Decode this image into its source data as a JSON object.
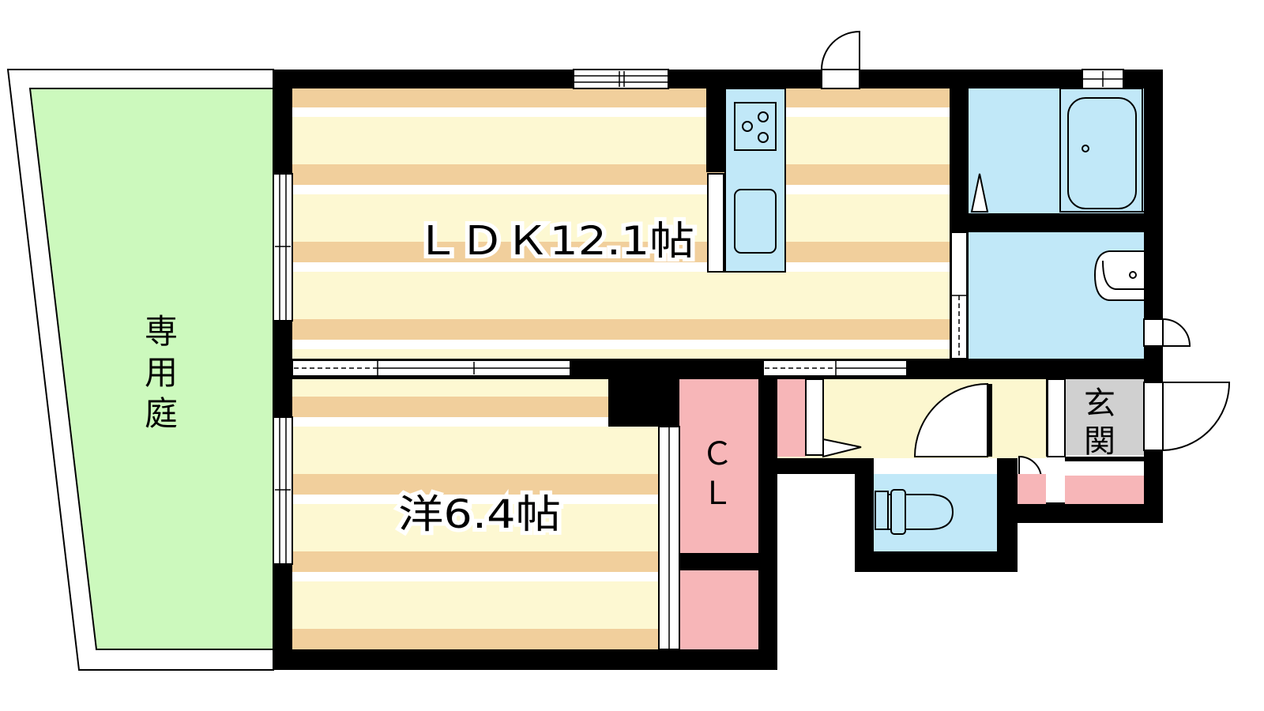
{
  "rooms": {
    "ldk": {
      "label": "ＬＤＫ12.1帖"
    },
    "western": {
      "label": "洋6.4帖"
    },
    "garden": {
      "label_lines": [
        "専",
        "用",
        "庭"
      ]
    },
    "closet": {
      "label_lines": [
        "Ｃ",
        "Ｌ"
      ]
    },
    "entrance": {
      "label_lines": [
        "玄",
        "関"
      ]
    }
  },
  "colors": {
    "wall": "#000000",
    "floor_light": "#fdf8d2",
    "floor_stripe": "#f1cf9c",
    "garden": "#ccf9bd",
    "wet_area": "#c1e8f8",
    "storage": "#f7b6b8",
    "hallway": "#fcf7cf",
    "entrance_floor": "#d0d0d0"
  }
}
